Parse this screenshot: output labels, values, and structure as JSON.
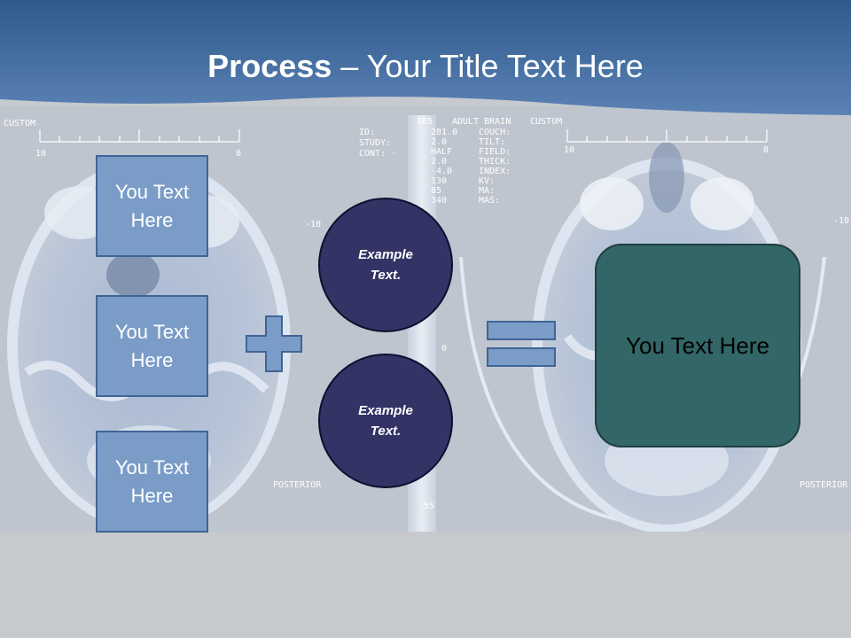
{
  "title": {
    "bold": "Process",
    "rest": " – Your Title Text Here"
  },
  "inputs": [
    {
      "label": "You Text Here"
    },
    {
      "label": "You Text Here"
    },
    {
      "label": "You Text Here"
    }
  ],
  "circles": [
    {
      "label": "Example Text."
    },
    {
      "label": "Example Text."
    }
  ],
  "result": {
    "label": "You Text Here"
  },
  "scan_text": {
    "left_header": "CUSTOM",
    "right_header": "CUSTOM",
    "scale_left": "10",
    "scale_right": "0",
    "scale_left_b": "10",
    "scale_right_b": "0",
    "study_labels": "ID:\nSTUDY:\nCONT: -",
    "param_labels": "COUCH:\nTILT:\nFIELD:\nTHICK:\nINDEX:\nKV:\nMA:\nMAS:",
    "param_values": "281.0\n2.0\nHALF\n2.0\n-4.0\n130\n85\n340",
    "brain_label": "ADULT BRAIN",
    "ref_105": "105",
    "posterior": "POSTERIOR",
    "mark_10": "-10",
    "mark_0": "0",
    "mark_55": "-55"
  },
  "colors": {
    "header_top": "#2f5a8c",
    "header_bottom": "#5b82b4",
    "background": "#c6c9ce",
    "input_box": "#7a9cc7",
    "circle": "#333366",
    "result": "#336666",
    "symbol": "#7a9cc7"
  }
}
